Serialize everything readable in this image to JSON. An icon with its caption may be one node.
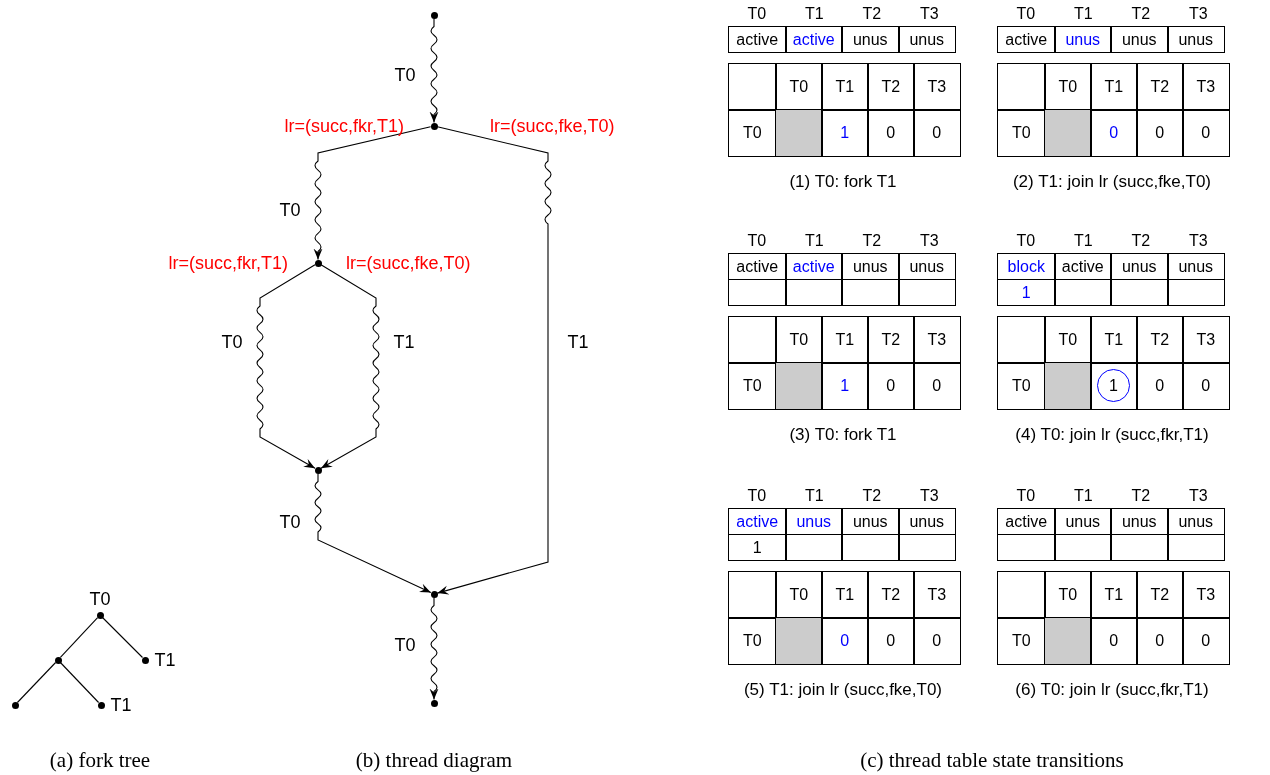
{
  "diagram": {
    "nodes": [
      {
        "text": [
          "T0"
        ]
      },
      {
        "text": [],
        "shape": "circle"
      },
      {
        "text": [
          "T1"
        ]
      },
      {
        "text": [],
        "shape": "circle"
      },
      {
        "text": [
          "T1"
        ]
      },
      {
        "text": [],
        "shape": "circle"
      },
      {
        "text": [],
        "shape": "circle",
        "beside": [
          "lr=(succ,fkr,T1)",
          "lr=(succ,fke,T0)"
        ]
      },
      {
        "text": [],
        "shape": "circle",
        "beside": [
          "lr=(succ,fkr,T1)",
          "lr=(succ,fke,T0)"
        ]
      },
      {
        "text": [],
        "shape": "circle"
      },
      {
        "text": [],
        "shape": "circle"
      },
      {
        "text": [],
        "shape": "circle"
      },
      {
        "text": [
          "1"
        ]
      }
    ],
    "edges": [
      {
        "from": 0,
        "to": 1,
        "arrow": "none"
      },
      {
        "from": 0,
        "to": 2,
        "arrow": "none"
      },
      {
        "from": 1,
        "to": 3,
        "arrow": "none"
      },
      {
        "from": 1,
        "to": 4,
        "arrow": "none"
      },
      {
        "from": 5,
        "to": 6,
        "arrow": "to",
        "label": "T0"
      },
      {
        "from": 6,
        "to": 7,
        "arrow": "to",
        "label": "T0"
      },
      {
        "from": 6,
        "to": 9,
        "arrow": "to",
        "label": "T1"
      },
      {
        "from": 7,
        "to": 8,
        "arrow": "to",
        "label": "T0"
      },
      {
        "from": 7,
        "to": 8,
        "arrow": "to",
        "label": "T1"
      },
      {
        "from": 8,
        "to": 9,
        "arrow": "to",
        "label": "T0"
      },
      {
        "from": 9,
        "to": 10,
        "arrow": "to",
        "label": "T0"
      }
    ],
    "labels": [
      "T0",
      "T1",
      "T2",
      "T3",
      "active",
      "active",
      "unus",
      "unus",
      "T0",
      "T1",
      "T2",
      "T3",
      "T0",
      "1",
      "0",
      "0",
      "(1) T0: fork T1",
      "T0",
      "T1",
      "T2",
      "T3",
      "active",
      "unus",
      "unus",
      "unus",
      "T0",
      "T1",
      "T2",
      "T3",
      "T0",
      "0",
      "0",
      "0",
      "(2) T1: join lr (succ,fke,T0)",
      "T0",
      "T1",
      "T2",
      "T3",
      "active",
      "active",
      "unus",
      "unus",
      "T0",
      "T1",
      "T2",
      "T3",
      "T0",
      "1",
      "0",
      "0",
      "(3) T0: fork T1",
      "T0",
      "T1",
      "T2",
      "T3",
      "block",
      "active",
      "unus",
      "unus",
      "1",
      "T0",
      "T1",
      "T2",
      "T3",
      "T0",
      "0",
      "0",
      "(4) T0: join lr (succ,fkr,T1)",
      "T0",
      "T1",
      "T2",
      "T3",
      "active",
      "unus",
      "unus",
      "unus",
      "1",
      "T0",
      "T1",
      "T2",
      "T3",
      "T0",
      "0",
      "0",
      "0",
      "(5) T1: join lr (succ,fke,T0)",
      "T0",
      "T1",
      "T2",
      "T3",
      "active",
      "unus",
      "unus",
      "unus",
      "T0",
      "T1",
      "T2",
      "T3",
      "T0",
      "0",
      "0",
      "0",
      "(6) T0: join lr (succ,fkr,T1)",
      "(a) fork tree",
      "(b) thread diagram",
      "(c) thread table state transitions"
    ]
  }
}
